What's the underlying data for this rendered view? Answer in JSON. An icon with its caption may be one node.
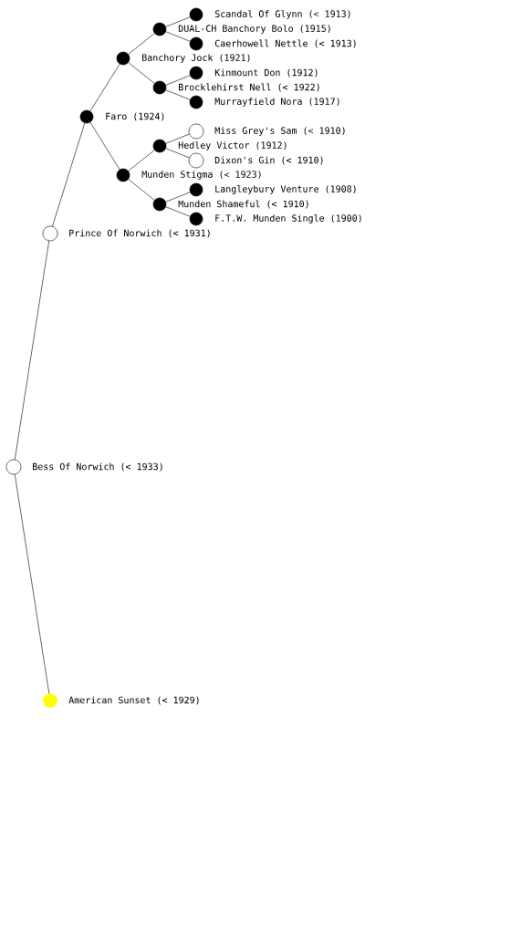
{
  "diagram": {
    "nodes": [
      {
        "text": [
          "Scandal Of Glynn (< 1913)"
        ]
      },
      {
        "text": [
          "DUAL-CH Banchory Bolo (1915)"
        ]
      },
      {
        "text": [
          "Caerhowell Nettle (< 1913)"
        ]
      },
      {
        "text": [
          "Banchory Jock (1921)"
        ]
      },
      {
        "text": [
          "Kinmount Don (1912)"
        ]
      },
      {
        "text": [
          "Brocklehirst Nell (< 1922)"
        ]
      },
      {
        "text": [
          "Murrayfield Nora (1917)"
        ]
      },
      {
        "text": [
          "Faro (1924)"
        ]
      },
      {
        "text": [
          "Miss Grey's Sam (< 1910)"
        ]
      },
      {
        "text": [
          "Hedley Victor (1912)"
        ]
      },
      {
        "text": [
          "Dixon's Gin (< 1910)"
        ]
      },
      {
        "text": [
          "Munden Stigma (< 1923)"
        ]
      },
      {
        "text": [
          "Langleybury Venture (1908)"
        ]
      },
      {
        "text": [
          "Munden Shameful (< 1910)"
        ]
      },
      {
        "text": [
          "F.T.W. Munden Single (1900)"
        ]
      },
      {
        "text": [
          "Prince Of Norwich (< 1931)"
        ]
      },
      {
        "text": [
          "Bess Of Norwich (< 1933)"
        ]
      },
      {
        "text": [
          "American Sunset (< 1929)"
        ]
      }
    ],
    "edges": [
      {
        "from": 16,
        "to": 15,
        "arrow": "none"
      },
      {
        "from": 16,
        "to": 17,
        "arrow": "none"
      },
      {
        "from": 15,
        "to": 7,
        "arrow": "none"
      },
      {
        "from": 7,
        "to": 3,
        "arrow": "none"
      },
      {
        "from": 7,
        "to": 11,
        "arrow": "none"
      },
      {
        "from": 3,
        "to": 1,
        "arrow": "none"
      },
      {
        "from": 3,
        "to": 5,
        "arrow": "none"
      },
      {
        "from": 1,
        "to": 0,
        "arrow": "none"
      },
      {
        "from": 1,
        "to": 2,
        "arrow": "none"
      },
      {
        "from": 5,
        "to": 4,
        "arrow": "none"
      },
      {
        "from": 5,
        "to": 6,
        "arrow": "none"
      },
      {
        "from": 11,
        "to": 9,
        "arrow": "none"
      },
      {
        "from": 11,
        "to": 13,
        "arrow": "none"
      },
      {
        "from": 9,
        "to": 8,
        "arrow": "none"
      },
      {
        "from": 9,
        "to": 10,
        "arrow": "none"
      },
      {
        "from": 13,
        "to": 12,
        "arrow": "none"
      },
      {
        "from": 13,
        "to": 14,
        "arrow": "none"
      }
    ]
  }
}
